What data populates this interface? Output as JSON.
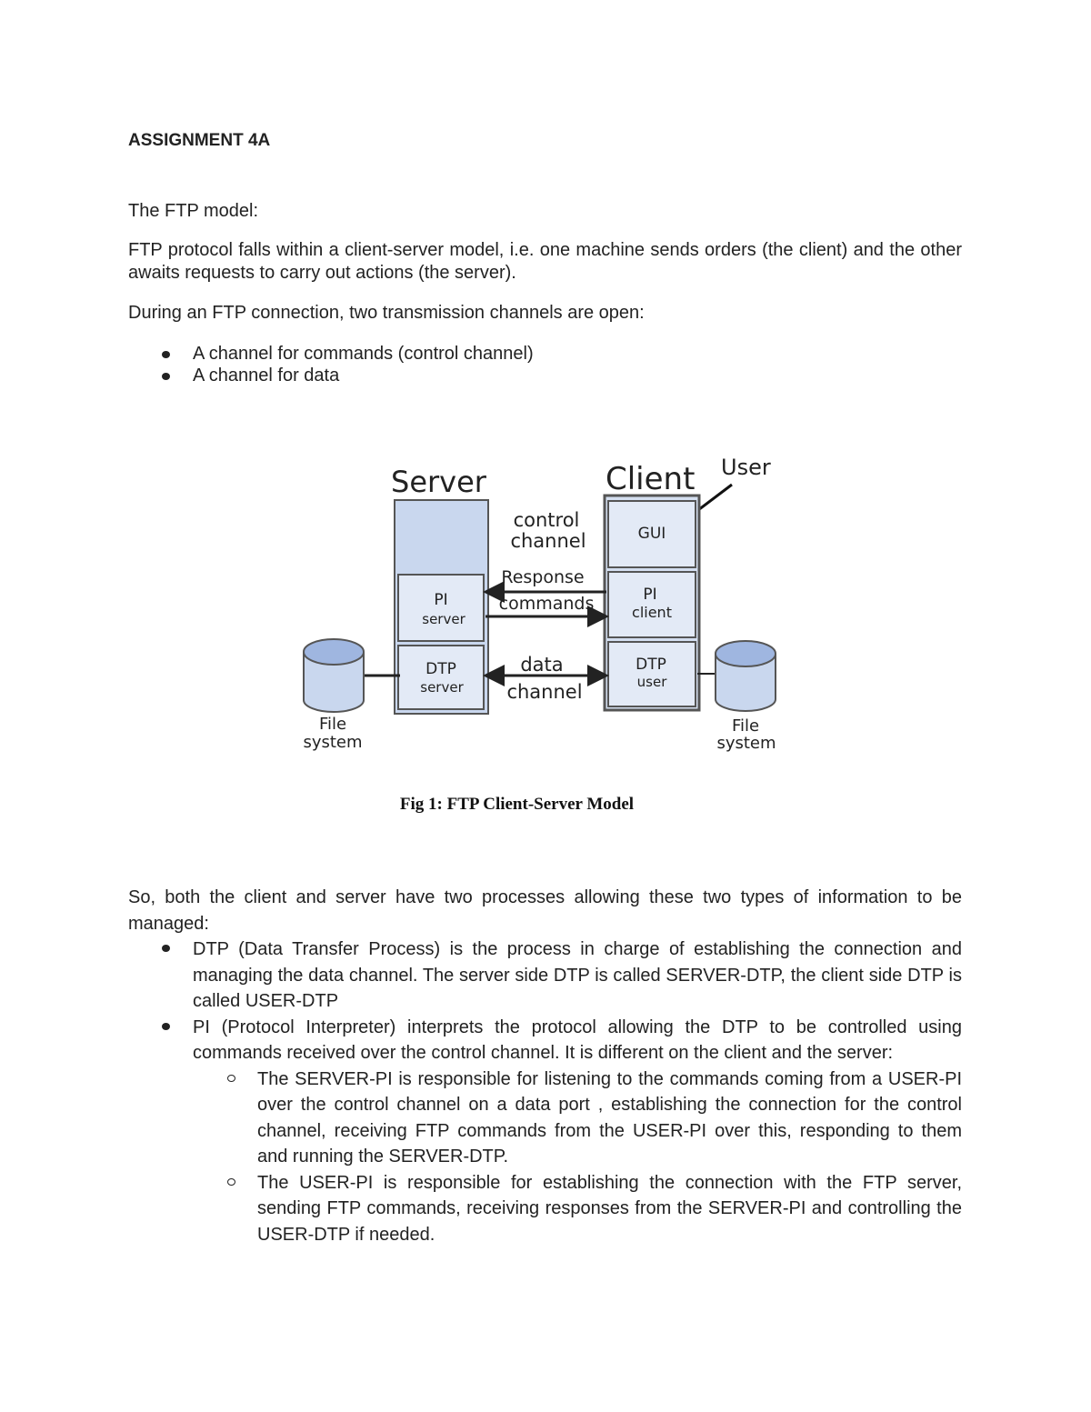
{
  "title": "ASSIGNMENT 4A",
  "subtitle": "The FTP model:",
  "para1": "FTP protocol falls within a client-server model, i.e. one machine sends orders (the client) and the other awaits requests to carry out actions (the server).",
  "para2": "During an FTP connection, two transmission channels are open:",
  "channels": [
    "A channel for commands (control channel)",
    "A channel for data"
  ],
  "diagram": {
    "server_label": "Server",
    "client_label": "Client",
    "user_label": "User",
    "pi_server": [
      "PI",
      "server"
    ],
    "dtp_server": [
      "DTP",
      "server"
    ],
    "gui": "GUI",
    "pi_client": [
      "PI",
      "client"
    ],
    "dtp_user": [
      "DTP",
      "user"
    ],
    "control_channel": [
      "control",
      "channel"
    ],
    "response": "Response",
    "commands": "commands",
    "data_channel": [
      "data",
      "channel"
    ],
    "file_system": [
      "File",
      "system"
    ],
    "colors": {
      "box_fill": "#c9d7ee",
      "inner_fill": "#e3eaf6",
      "border": "#555"
    }
  },
  "caption": "Fig 1: FTP Client-Server Model",
  "para3": "So, both the client and server have two processes allowing these two types of information to be managed:",
  "processes": [
    "DTP (Data Transfer Process) is the process in charge of establishing the connection and managing the data channel. The server side DTP is called SERVER-DTP, the client side DTP is called USER-DTP",
    "PI (Protocol Interpreter) interprets the protocol allowing the DTP to be controlled using commands received over the control channel. It is different on the client and the server:"
  ],
  "pi_details": [
    "The SERVER-PI is responsible for listening to the commands coming from a USER-PI over the control channel on a data port , establishing the connection for the control channel, receiving FTP commands from the USER-PI over this, responding to them and running the SERVER-DTP.",
    "The USER-PI is responsible for establishing the connection with the FTP server, sending FTP commands, receiving responses from the SERVER-PI and controlling the USER-DTP if needed."
  ]
}
